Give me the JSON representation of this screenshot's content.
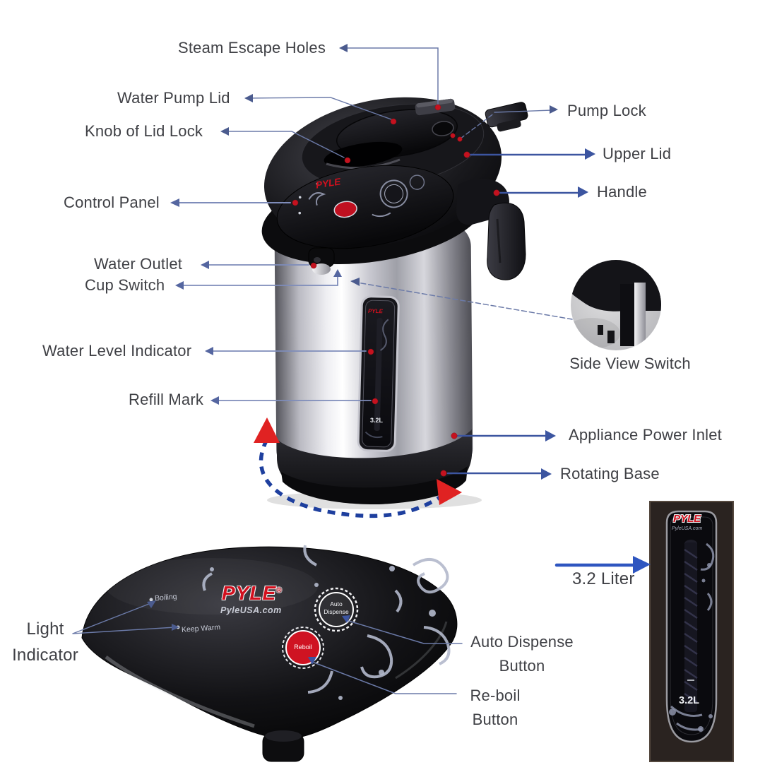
{
  "callouts": {
    "steam_escape_holes": "Steam Escape Holes",
    "water_pump_lid": "Water Pump Lid",
    "knob_of_lid_lock": "Knob of Lid Lock",
    "control_panel": "Control Panel",
    "water_outlet": "Water Outlet",
    "cup_switch": "Cup Switch",
    "water_level_indicator": "Water Level Indicator",
    "refill_mark": "Refill Mark",
    "pump_lock": "Pump Lock",
    "upper_lid": "Upper Lid",
    "handle": "Handle",
    "side_view_switch": "Side View Switch",
    "appliance_power_inlet": "Appliance Power Inlet",
    "rotating_base": "Rotating Base",
    "capacity": "3.2 Liter",
    "light_indicator": [
      "Light",
      "Indicator"
    ],
    "auto_dispense": [
      "Auto Dispense",
      "Button"
    ],
    "reboil": [
      "Re-boil",
      "Button"
    ]
  },
  "product": {
    "brand": "PYLE",
    "registered": "®",
    "website": "PyleUSA.com",
    "capacity_short": "3.2L",
    "led_boiling": "Boiling",
    "led_keep_warm": "Keep Warm",
    "btn_auto": [
      "Auto",
      "Dispense"
    ],
    "btn_reboil": "Reboil"
  },
  "colors": {
    "background": "#ffffff",
    "label_text": "#3f4045",
    "leader_thin": "#6b7aa8",
    "leader_medium": "#7e8cba",
    "leader_thick": "#3c55a0",
    "marker_red": "#c4121f",
    "rotation_arc_blue": "#1e3f9e",
    "rotation_arrow_red": "#e02222",
    "brand_red": "#d2101e",
    "swirl_gray": "#b3b9cc",
    "steel_light": "#f2f2f4",
    "steel_dark": "#55555c"
  }
}
